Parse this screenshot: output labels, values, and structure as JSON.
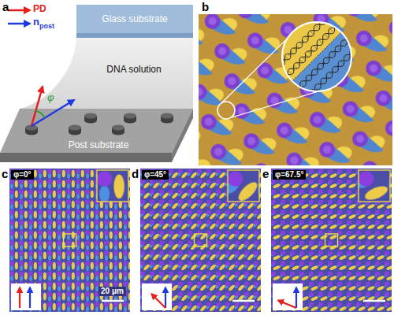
{
  "diagram": {
    "nodes": [
      {
        "text": [
          "Glass substrate"
        ]
      },
      {
        "text": [
          "DNA solution"
        ]
      },
      {
        "text": [
          "Post substrate"
        ]
      }
    ],
    "labels": [
      "a",
      "PD",
      "n",
      "post",
      "φ",
      "b",
      "c",
      "φ=0°",
      "20 μm",
      "d",
      "φ=45°",
      "e",
      "φ=67.5°"
    ]
  }
}
